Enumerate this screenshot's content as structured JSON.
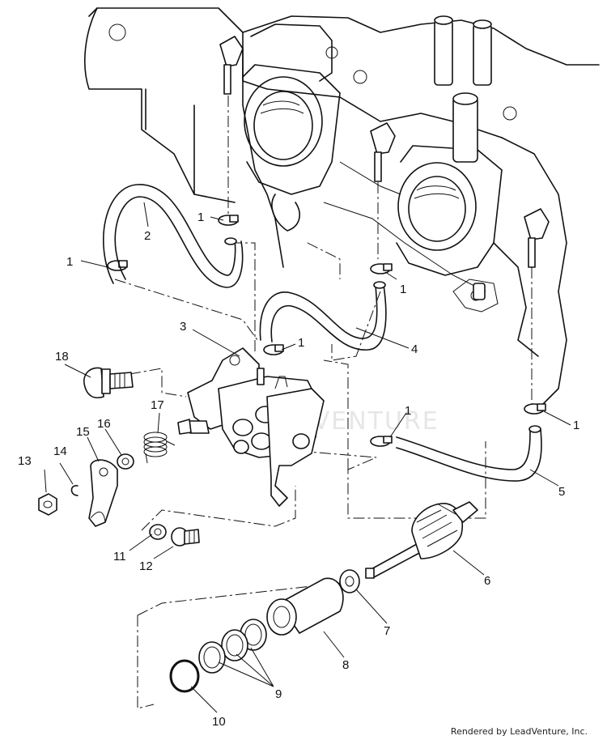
{
  "watermark": "LEADVENTURE",
  "credit": "Rendered by LeadVenture, Inc.",
  "callouts": {
    "c1a": "1",
    "c1b": "1",
    "c1c": "1",
    "c1d": "1",
    "c1e": "1",
    "c1f": "1",
    "c2": "2",
    "c3": "3",
    "c4": "4",
    "c5": "5",
    "c6": "6",
    "c7": "7",
    "c8": "8",
    "c9": "9",
    "c10": "10",
    "c11": "11",
    "c12": "12",
    "c13": "13",
    "c14": "14",
    "c15": "15",
    "c16": "16",
    "c17": "17",
    "c18": "18"
  }
}
